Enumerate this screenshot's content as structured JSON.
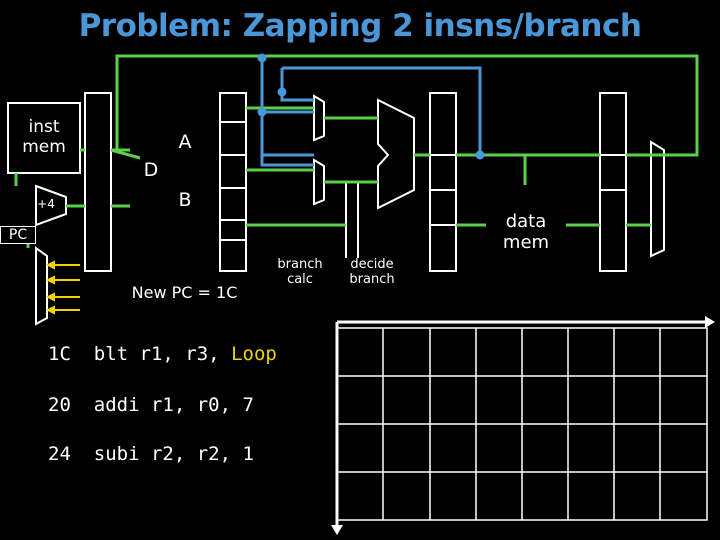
{
  "title": "Problem: Zapping 2 insns/branch",
  "labels": {
    "inst_mem": "inst\nmem",
    "plus4": "+4",
    "pc": "PC",
    "reg_a": "A",
    "reg_d": "D",
    "reg_b": "B",
    "new_pc": "New PC = 1C",
    "branch_calc": "branch\ncalc",
    "decide_branch": "decide\nbranch",
    "data_mem": "data\nmem"
  },
  "code": [
    {
      "addr": "1C",
      "text": "blt r1, r3, ",
      "label": "Loop"
    },
    {
      "addr": "20",
      "text": "addi r1, r0, 7",
      "label": ""
    },
    {
      "addr": "24",
      "text": "subi r2, r2, 1",
      "label": ""
    }
  ],
  "colors": {
    "title": "#4a97d8",
    "wire_green": "#5ad14a",
    "wire_blue": "#4a97d8",
    "arrow_yellow": "#f2d200",
    "label_yellow": "#f2d200"
  }
}
